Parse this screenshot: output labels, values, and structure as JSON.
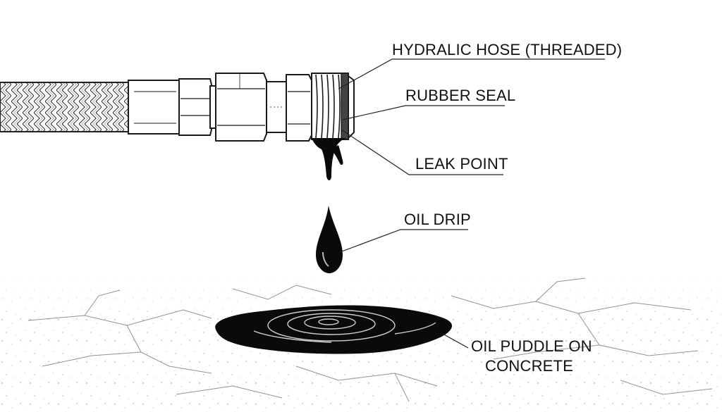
{
  "labels": {
    "hose": "HYDRALIC HOSE (THREADED)",
    "seal": "RUBBER SEAL",
    "leak": "LEAK POINT",
    "drip": "OIL DRIP",
    "puddle_line1": "OIL PUDDLE ON",
    "puddle_line2": "CONCRETE"
  },
  "colors": {
    "ink": "#111111",
    "oil": "#0a0a0a",
    "background": "#ffffff"
  }
}
